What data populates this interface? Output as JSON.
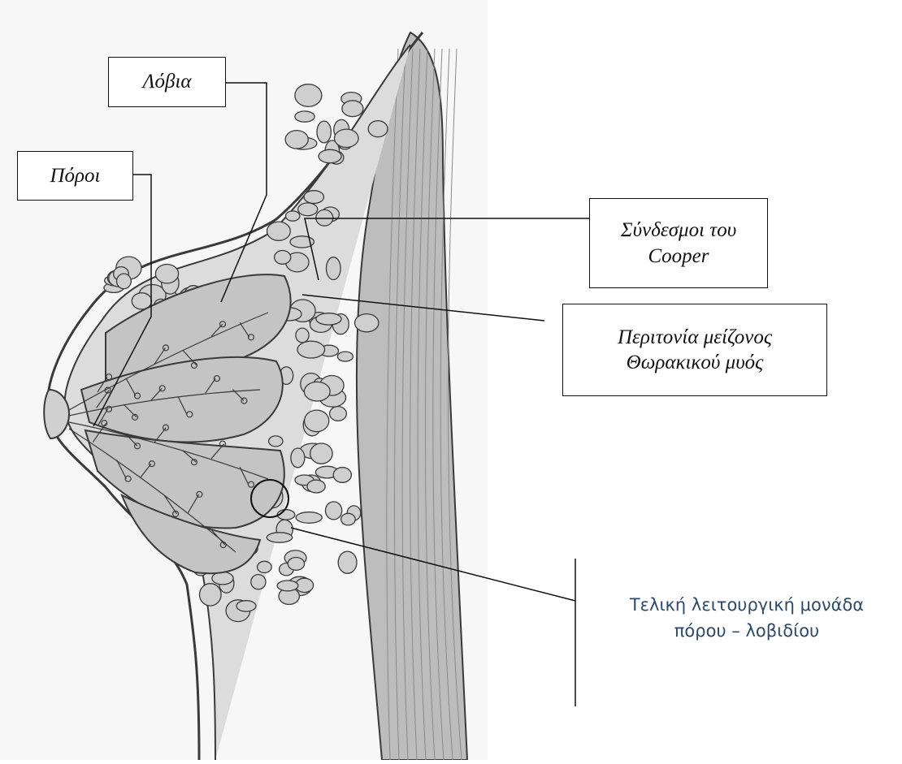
{
  "labels": {
    "lobules": "Λόβια",
    "ducts": "Πόροι",
    "cooper": "Σύνδεσμοι του\nCooper",
    "fascia": "Περιτονία μείζονος\nΘωρακικού μυός",
    "tdlu": "Τελική λειτουργική μονάδα\nπόρου – λοβιδίου"
  },
  "colors": {
    "ink": "#3a3a3a",
    "skin": "#dcdcdc",
    "fill": "#c9c9c9",
    "muscle": "#bdbdbd",
    "background_panel": "#f7f7f7",
    "tdlu_label": "#2d4a6b",
    "leader": "#111111"
  }
}
